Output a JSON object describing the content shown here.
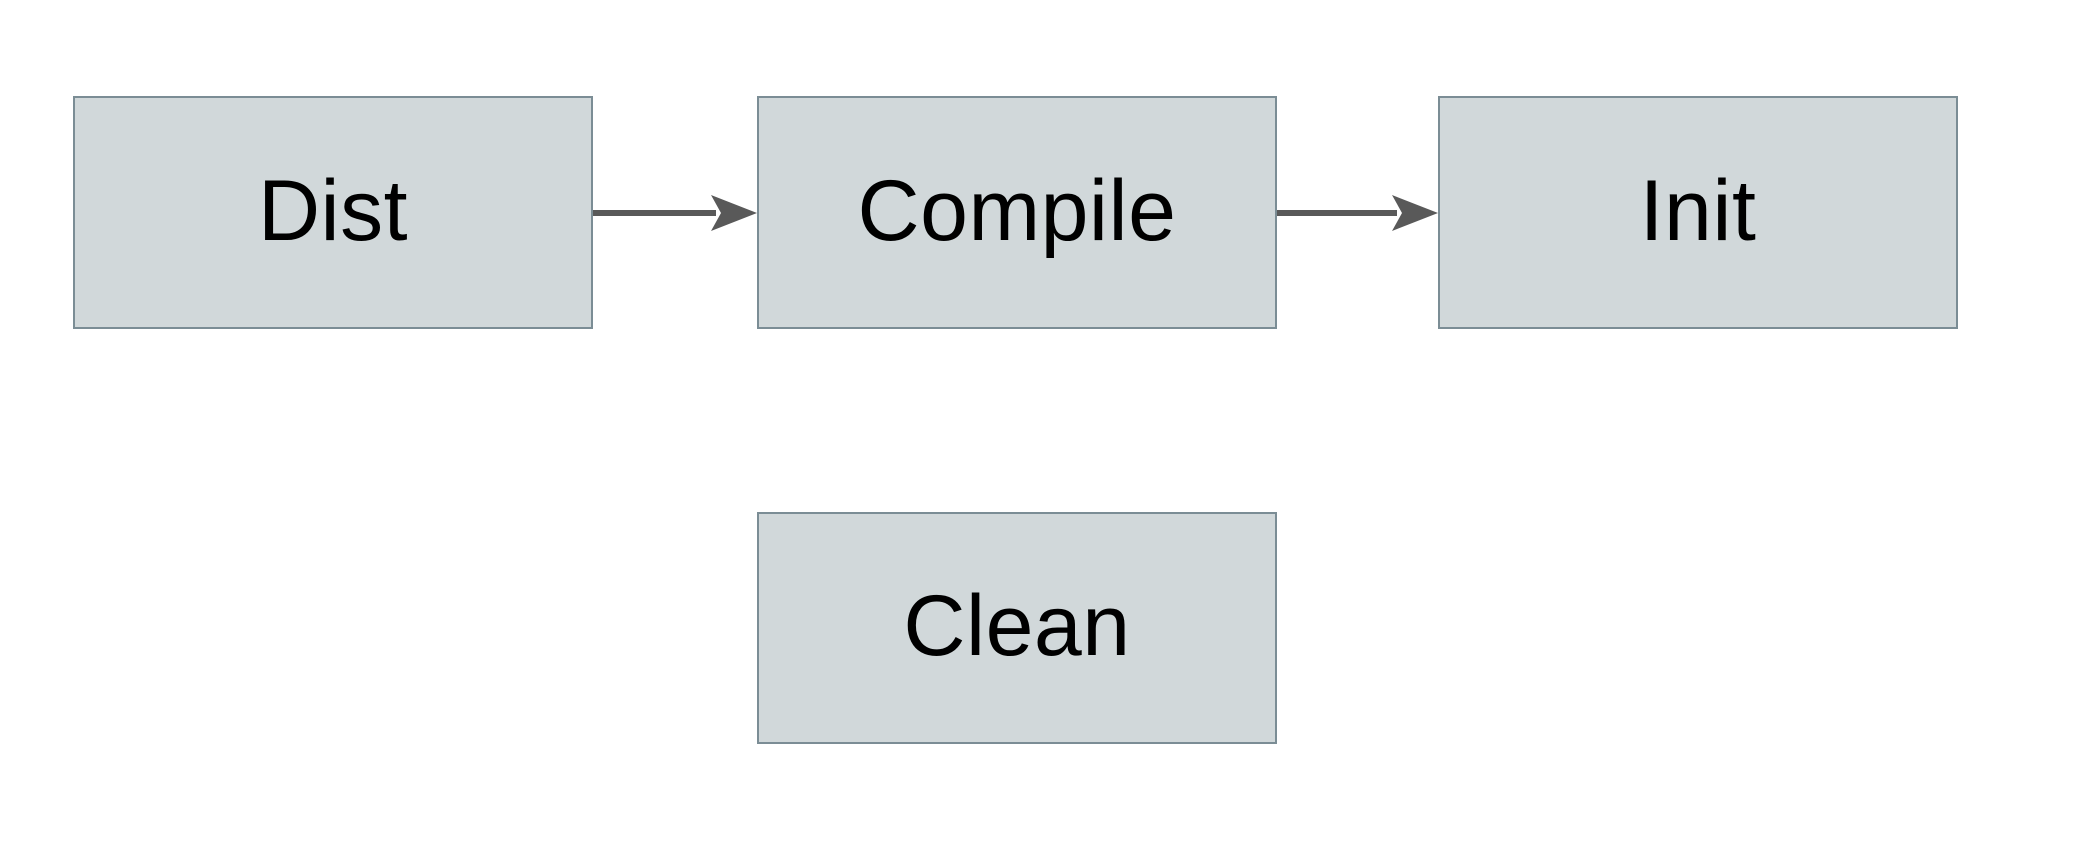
{
  "page": {
    "background_color": "#ffffff"
  },
  "diagram": {
    "type": "flowchart",
    "nodes": [
      {
        "id": "dist",
        "label": "Dist"
      },
      {
        "id": "compile",
        "label": "Compile"
      },
      {
        "id": "init",
        "label": "Init"
      },
      {
        "id": "clean",
        "label": "Clean"
      }
    ],
    "edges": [
      {
        "from": "Dist",
        "to": "Compile",
        "style": "arrow-right"
      },
      {
        "from": "Compile",
        "to": "Init",
        "style": "arrow-right"
      }
    ],
    "colors": {
      "node_fill": "#d1d8da",
      "node_border": "#7b8d95",
      "arrow": "#595959",
      "label_text": "#000000",
      "background": "#ffffff"
    }
  }
}
